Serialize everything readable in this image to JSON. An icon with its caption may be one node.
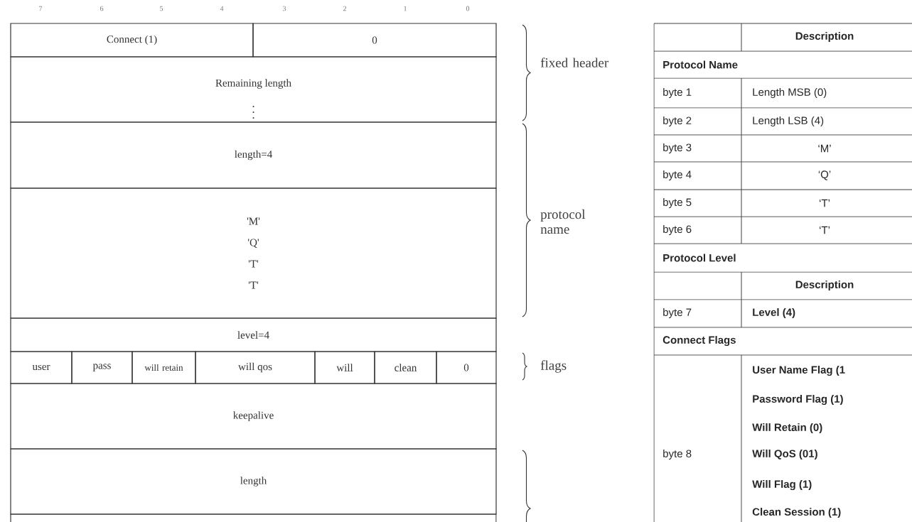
{
  "diagram": {
    "nodes": [
      {
        "text": [
          "Connect (1)"
        ]
      },
      {
        "text": [
          "0"
        ]
      },
      {
        "text": [
          "Remaining length"
        ]
      },
      {
        "text": [
          "length=4"
        ]
      },
      {
        "text": [
          "'M'",
          "'Q'",
          "'T'",
          "'T'"
        ]
      },
      {
        "text": [
          "level=4"
        ]
      },
      {
        "text": [
          "user"
        ]
      },
      {
        "text": [
          "pass"
        ]
      },
      {
        "text": [
          "will retain"
        ]
      },
      {
        "text": [
          "will qos"
        ]
      },
      {
        "text": [
          "will"
        ]
      },
      {
        "text": [
          "clean"
        ]
      },
      {
        "text": [
          "0"
        ]
      },
      {
        "text": [
          "keepalive"
        ]
      },
      {
        "text": [
          "length"
        ]
      },
      {
        "text": [],
        "shape": "box"
      }
    ],
    "labels": [
      "7",
      "6",
      "5",
      "4",
      "3",
      "2",
      "1",
      "0",
      "fixed header",
      "protocol name",
      "flags",
      "Description",
      "Protocol Name",
      "byte 1",
      "Length MSB (0)",
      "byte 2",
      "Length LSB (4)",
      "byte 3",
      "‘M’",
      "byte 4",
      "‘Q’",
      "byte 5",
      "‘T’",
      "byte 6",
      "‘T’",
      "Protocol Level",
      "Description",
      "byte 7",
      "Level (4)",
      "Connect Flags",
      "byte 8",
      "User Name Flag (1",
      "Password Flag (1)",
      "Will Retain (0)",
      "Will QoS (01)",
      "Will Flag (1)",
      "Clean Session (1)"
    ]
  }
}
